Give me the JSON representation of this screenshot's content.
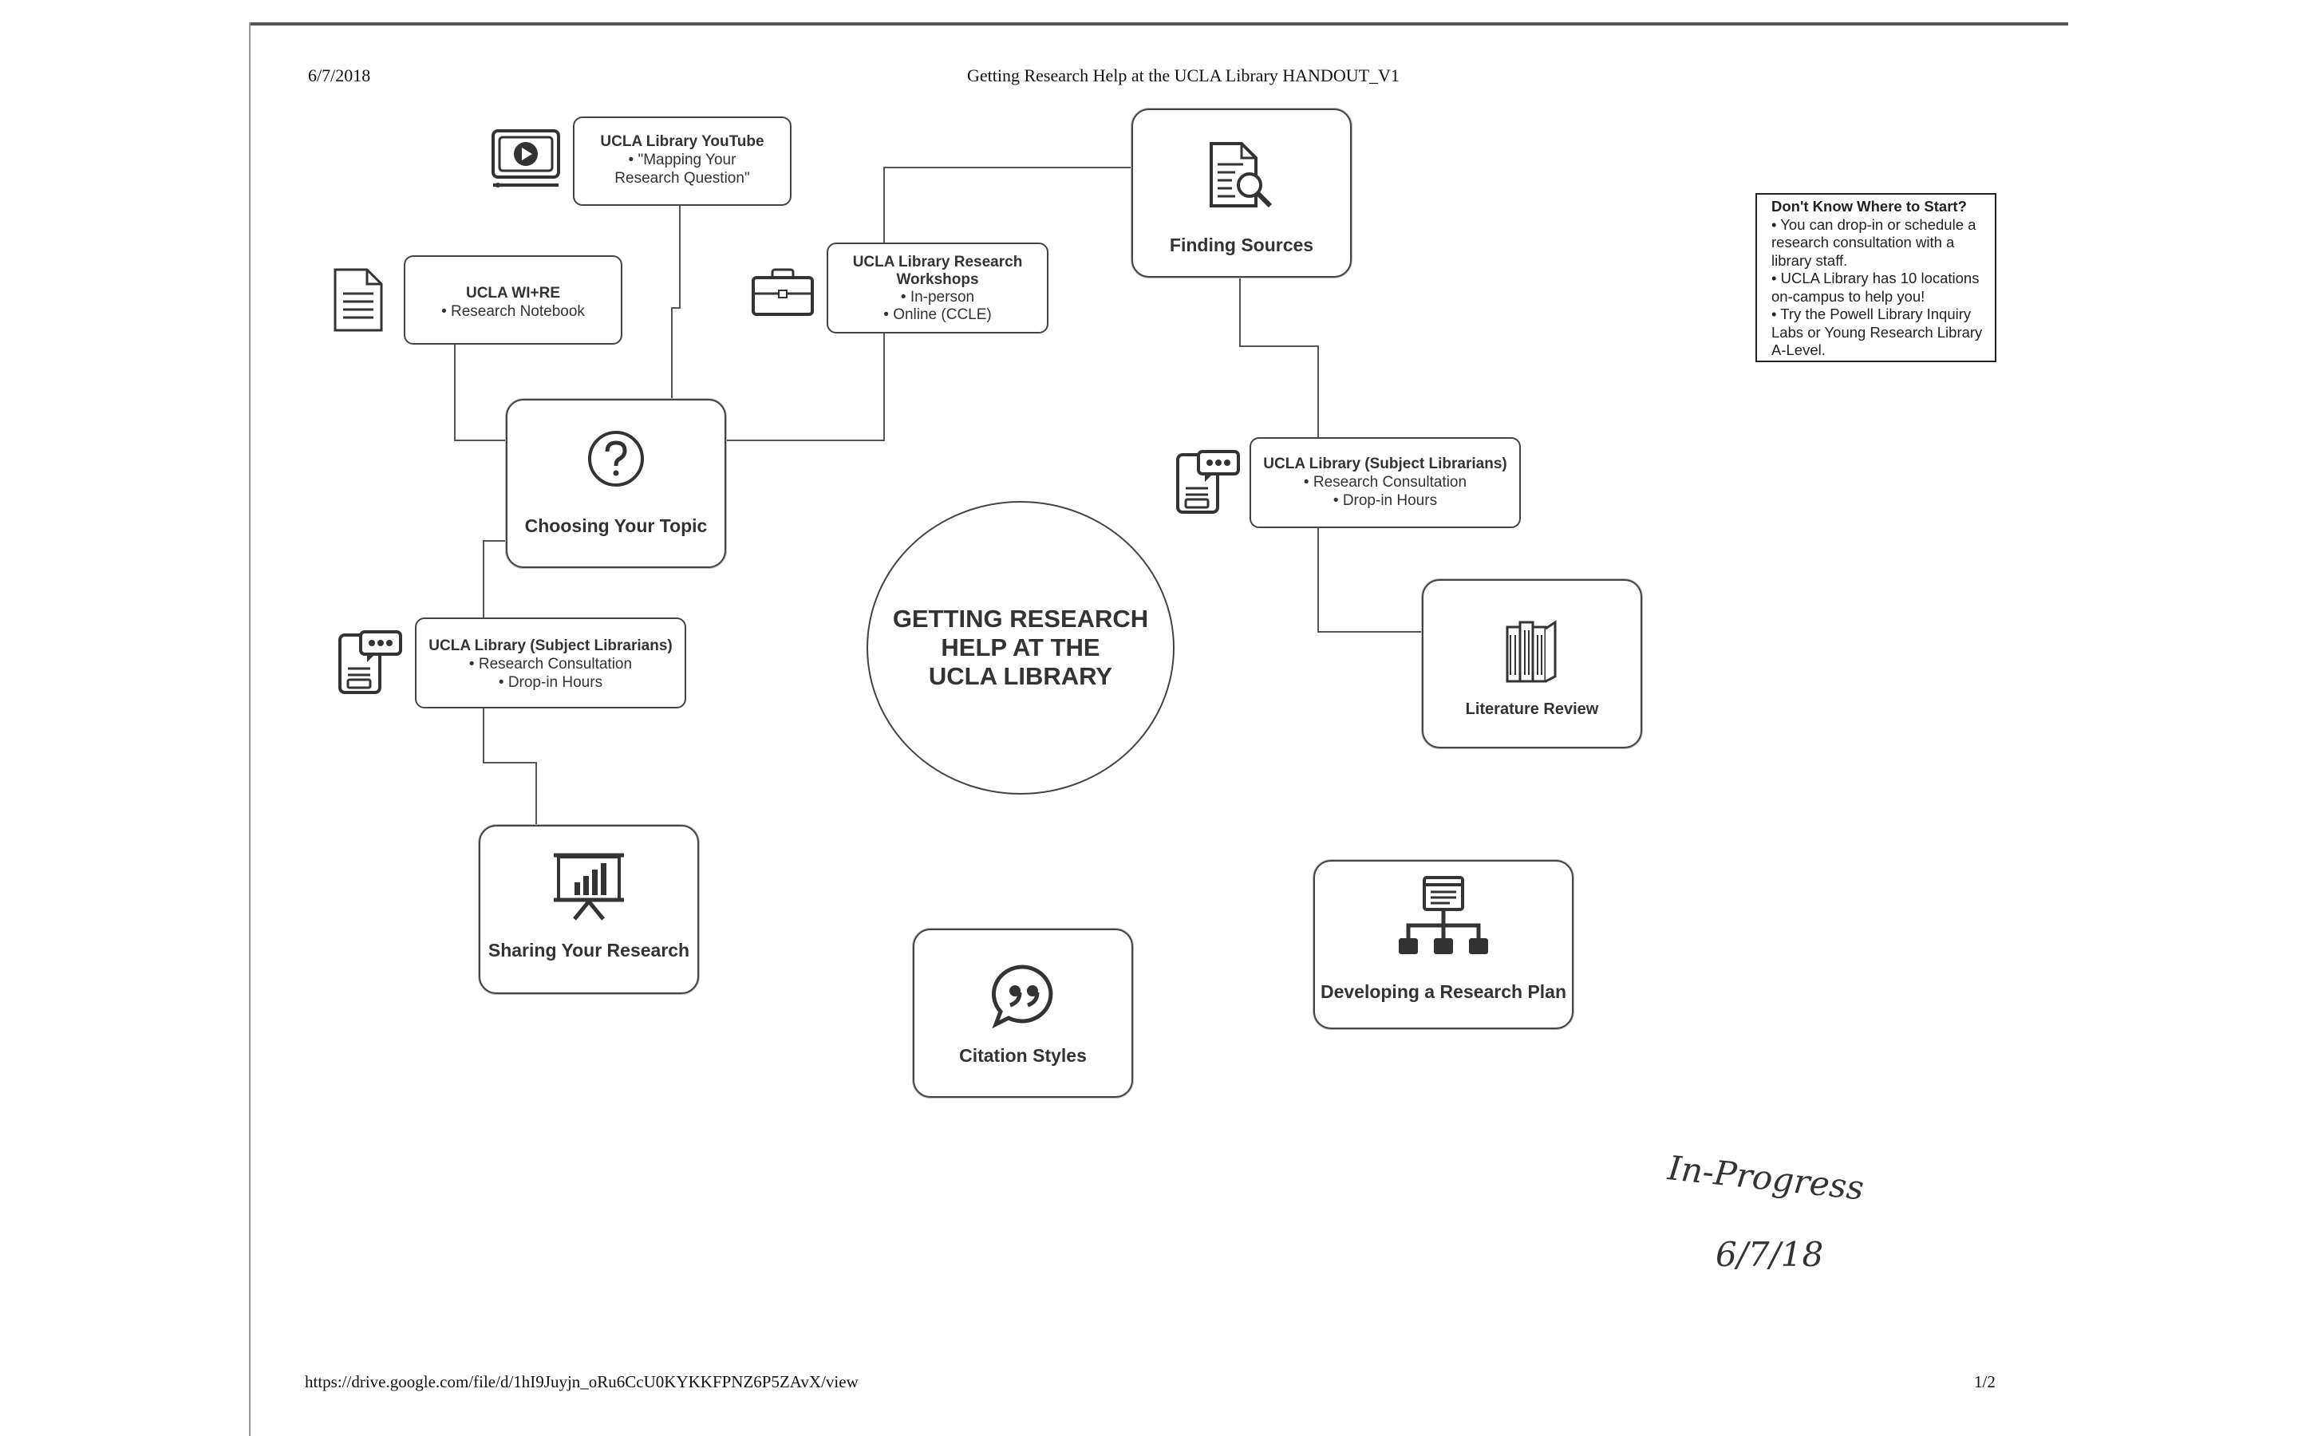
{
  "header": {
    "date": "6/7/2018",
    "title": "Getting Research Help at the UCLA Library HANDOUT_V1"
  },
  "footer": {
    "url": "https://drive.google.com/file/d/1hI9Juyjn_oRu6CcU0KYKKFPNZ6P5ZAvX/view",
    "page": "1/2"
  },
  "center": {
    "title": "GETTING RESEARCH\nHELP AT THE\nUCLA LIBRARY"
  },
  "nodes": {
    "finding_sources": "Finding Sources",
    "choosing_topic": "Choosing Your Topic",
    "literature_review": "Literature Review",
    "sharing_research": "Sharing Your Research",
    "citation_styles": "Citation Styles",
    "research_plan": "Developing a Research Plan"
  },
  "resources": {
    "youtube": {
      "title": "UCLA Library YouTube",
      "body": "• \"Mapping Your Research Question\""
    },
    "wire": {
      "title": "UCLA WI+RE",
      "body": "• Research Notebook"
    },
    "workshops": {
      "title": "UCLA Library Research Workshops",
      "line1": "• In-person",
      "line2": "• Online (CCLE)"
    },
    "subject_right": {
      "title": "UCLA Library (Subject Librarians)",
      "line1": "• Research Consultation",
      "line2": "• Drop-in Hours"
    },
    "subject_left": {
      "title": "UCLA Library (Subject Librarians)",
      "line1": "• Research Consultation",
      "line2": "• Drop-in Hours"
    }
  },
  "start_box": {
    "heading": "Don't Know Where to Start?",
    "items": [
      "• You can drop-in or schedule a research consultation with a library staff.",
      "• UCLA Library has 10 locations on-campus to help you!",
      "• Try the Powell Library Inquiry Labs or Young Research Library A-Level."
    ]
  },
  "handwriting": {
    "line1": "In-Progress",
    "line2": "6/7/18"
  },
  "icons": {
    "video": "video-play-icon",
    "document": "document-icon",
    "briefcase": "briefcase-icon",
    "search_doc": "document-search-icon",
    "question": "question-circle-icon",
    "chat_doc": "chat-document-icon",
    "books": "books-icon",
    "presentation": "presentation-chart-icon",
    "quote": "quote-bubble-icon",
    "sitemap": "sitemap-icon"
  }
}
